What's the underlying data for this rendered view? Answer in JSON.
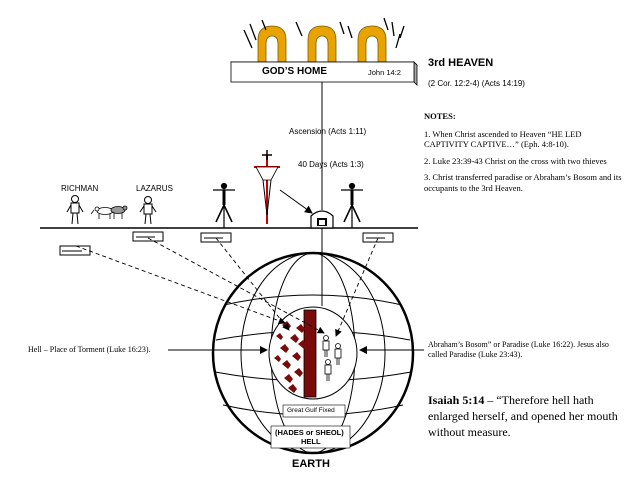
{
  "heaven": {
    "gods_home": "GOD’S HOME",
    "gods_home_ref": "John 14:2",
    "title": "3rd HEAVEN",
    "refs": "(2 Cor. 12:2-4) (Acts 14:19)"
  },
  "journey": {
    "ascension": "Ascension (Acts 1:11)",
    "forty_days": "40 Days (Acts 1:3)"
  },
  "figures": {
    "rich_man": "RICHMAN",
    "lazarus": "LAZARUS"
  },
  "notes": {
    "heading": "NOTES:",
    "items": [
      "1. When Christ ascended to Heaven “HE LED CAPTIVITY CAPTIVE…” (Eph. 4:8-10).",
      "2. Luke 23:39-43 Christ on the cross with two thieves",
      "3. Christ transferred paradise or Abraham’s Bosom and its occupants to the 3rd Heaven."
    ]
  },
  "underworld": {
    "hell_label": "Hell – Place of Torment (Luke 16:23).",
    "paradise_label": "Abraham’s Bosom” or Paradise (Luke 16:22). Jesus also called Paradise (Luke 23:43).",
    "gulf": "Great Gulf Fixed",
    "hades_line1": "(HADES or SHEOL)",
    "hades_line2": "HELL",
    "earth": "EARTH"
  },
  "quote": {
    "ref": "Isaiah 5:14",
    "text": "– “Therefore hell hath enlarged herself, and opened her mouth without measure."
  },
  "colors": {
    "cross_red": "#cc0000",
    "gulf_red": "#7a0b0b",
    "flame_gold": "#e8a300",
    "flame_outline": "#7a5a00"
  }
}
